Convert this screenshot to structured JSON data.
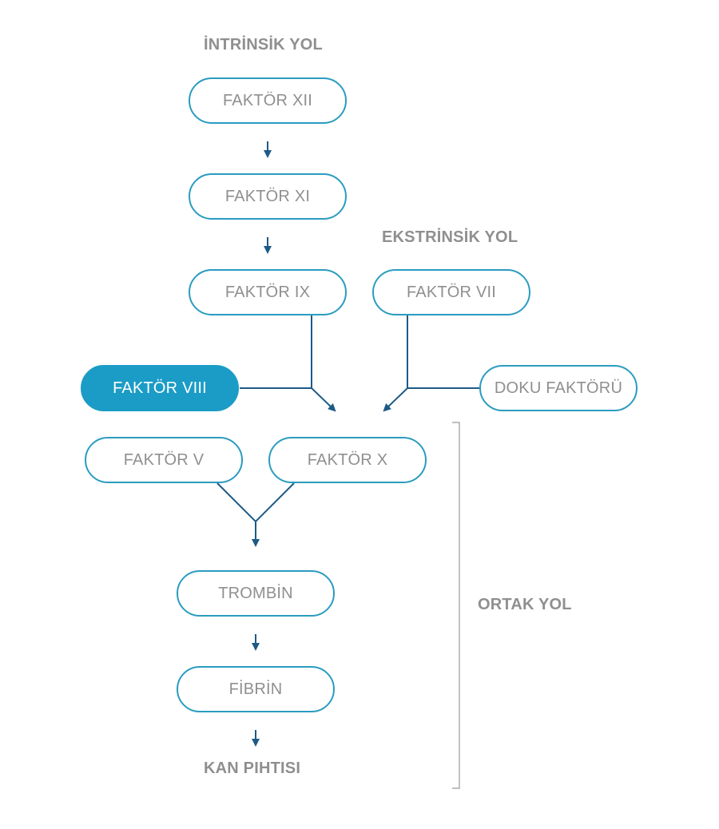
{
  "headings": {
    "intrinsic": "İNTRİNSİK YOL",
    "extrinsic": "EKSTRİNSİK YOL",
    "common": "ORTAK YOL",
    "result": "KAN PIHTISI"
  },
  "nodes": {
    "factor_xii": "FAKTÖR XII",
    "factor_xi": "FAKTÖR XI",
    "factor_ix": "FAKTÖR IX",
    "factor_vii": "FAKTÖR VII",
    "factor_viii": "FAKTÖR VIII",
    "tissue_factor": "DOKU FAKTÖRÜ",
    "factor_v": "FAKTÖR V",
    "factor_x": "FAKTÖR X",
    "thrombin": "TROMBİN",
    "fibrin": "FİBRİN"
  },
  "colors": {
    "box_border": "#2a9cc0",
    "highlight_fill": "#1b9cc6",
    "arrow": "#1d5a86",
    "text": "#8f8f8f",
    "bracket": "#9a9a9a"
  },
  "highlighted_node": "factor_viii"
}
